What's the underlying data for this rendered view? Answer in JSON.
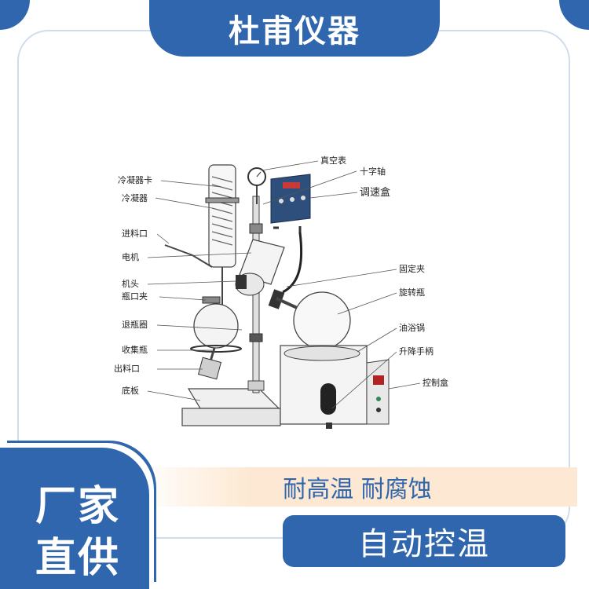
{
  "header": {
    "title": "杜甫仪器"
  },
  "diagram": {
    "left_labels": [
      "冷凝器卡",
      "冷凝器",
      "进料口",
      "电机",
      "机头",
      "瓶口夹",
      "退瓶圈",
      "收集瓶",
      "出料口",
      "底板"
    ],
    "right_labels": [
      "真空表",
      "十字轴",
      "调速盒",
      "固定夹",
      "旋转瓶",
      "油浴锅",
      "升降手柄",
      "控制盒"
    ]
  },
  "features": {
    "text": "耐高温 耐腐蚀"
  },
  "badge": {
    "line1": "厂家",
    "line2": "直供"
  },
  "pill": {
    "text": "自动控温"
  },
  "colors": {
    "brand_blue": "#2f66ad",
    "accent_peach": "#fde9d3"
  }
}
